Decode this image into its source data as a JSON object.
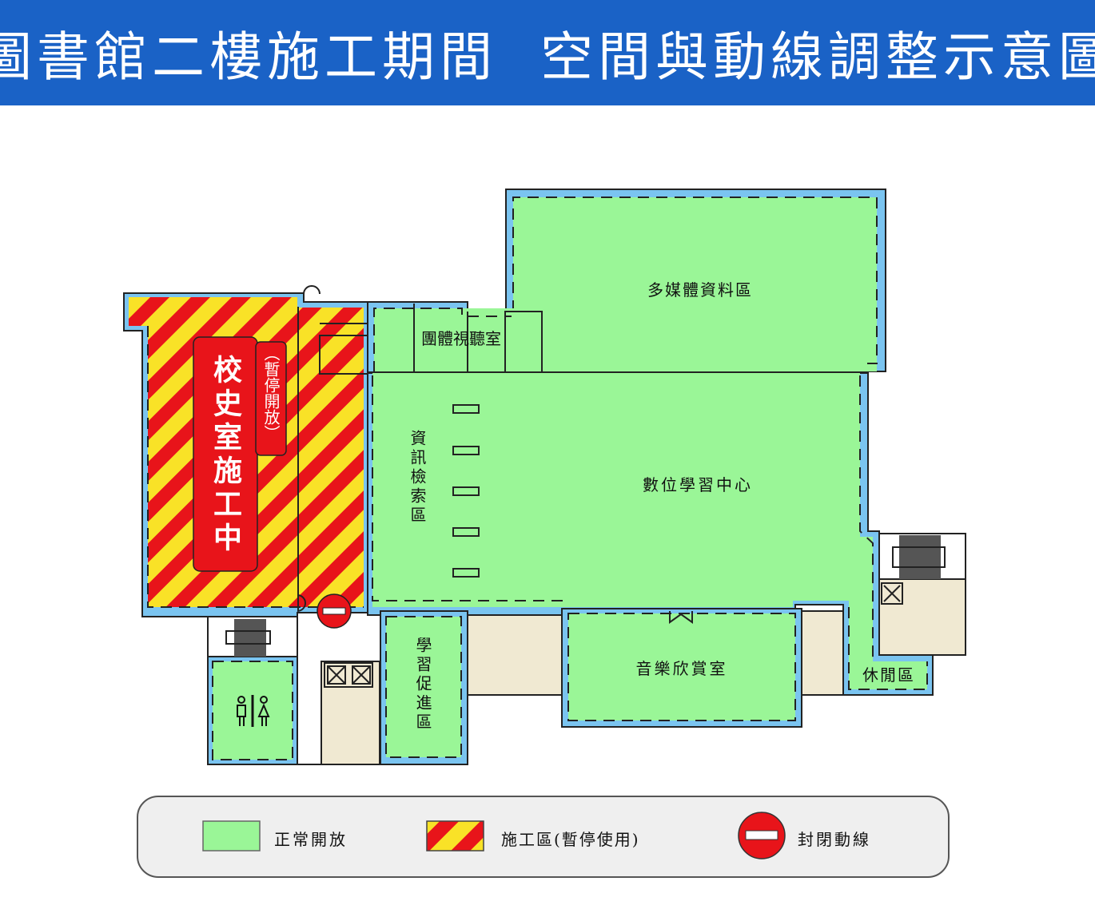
{
  "title": "圖書館二樓施工期間  空間與動線調整示意圖",
  "rooms": {
    "multimedia": "多媒體資料區",
    "group_av": "團體視聽室",
    "info_search": "資訊檢索區",
    "digital_center": "數位學習中心",
    "music": "音樂欣賞室",
    "learning": "學習促進區",
    "leisure": "休閒區",
    "history_main": "校史室施工中",
    "history_note": "（暫停開放）"
  },
  "legend": {
    "open": "正常開放",
    "construction": "施工區(暫停使用)",
    "closed": "封閉動線"
  },
  "colors": {
    "header": "#1a62c6",
    "green": "#9af697",
    "wall_blue": "#7ac4f0",
    "stripe_red": "#e8141a",
    "stripe_yellow": "#f9e227",
    "beige": "#f0e9d2"
  },
  "icons": [
    "restroom-icon",
    "no-entry-icon",
    "elevator-icon",
    "stairs-icon",
    "door-icon"
  ]
}
